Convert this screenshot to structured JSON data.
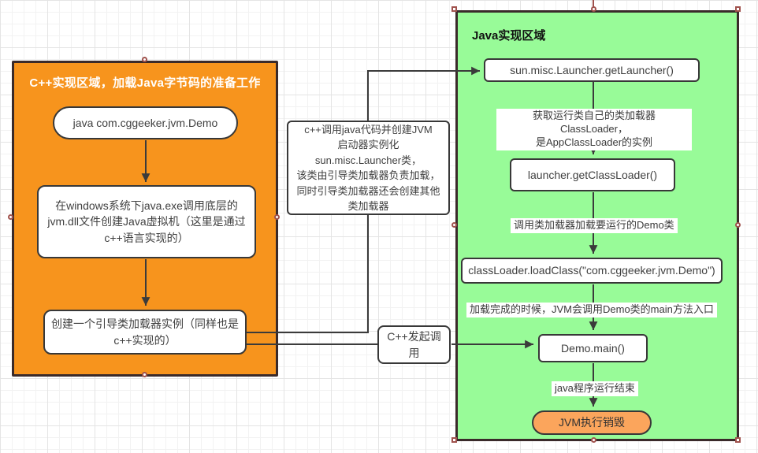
{
  "colors": {
    "cpp-fill": "#F7941D",
    "java-fill": "#98FB98",
    "destroy-fill": "#FBA55C",
    "edge": "#3B3B3B",
    "handle": "#A0524D"
  },
  "cpp_region": {
    "title": "C++实现区域，加载Java字节码的准备工作",
    "nodes": {
      "cmd": "java  com.cggeeker.jvm.Demo",
      "jvm_dll": "在windows系统下java.exe调用底层的\njvm.dll文件创建Java虚拟机（这里是通过\nc++语言实现的）",
      "bootstrap": "创建一个引导类加载器实例（同样也是\nc++实现的）"
    }
  },
  "note": {
    "text": "c++调用java代码并创建JVM\n启动器实例化\nsun.misc.Launcher类，\n该类由引导类加载器负责加载，\n同时引导类加载器还会创建其他\n类加载器"
  },
  "edge_labels": {
    "cpp_call": "C++发起调用"
  },
  "java_region": {
    "title": "Java实现区域",
    "nodes": {
      "get_launcher": "sun.misc.Launcher.getLauncher()",
      "get_classloader": "launcher.getClassLoader()",
      "load_class": "classLoader.loadClass(\"com.cggeeker.jvm.Demo\")",
      "demo_main": "Demo.main()",
      "jvm_destroy": "JVM执行销毁"
    },
    "labels": {
      "get_loader_desc": "获取运行类自己的类加载器ClassLoader，\n是AppClassLoader的实例",
      "load_class_desc": "调用类加载器加载要运行的Demo类",
      "main_desc": "加载完成的时候，JVM会调用Demo类的main方法入口",
      "end_desc": "java程序运行结束"
    }
  }
}
